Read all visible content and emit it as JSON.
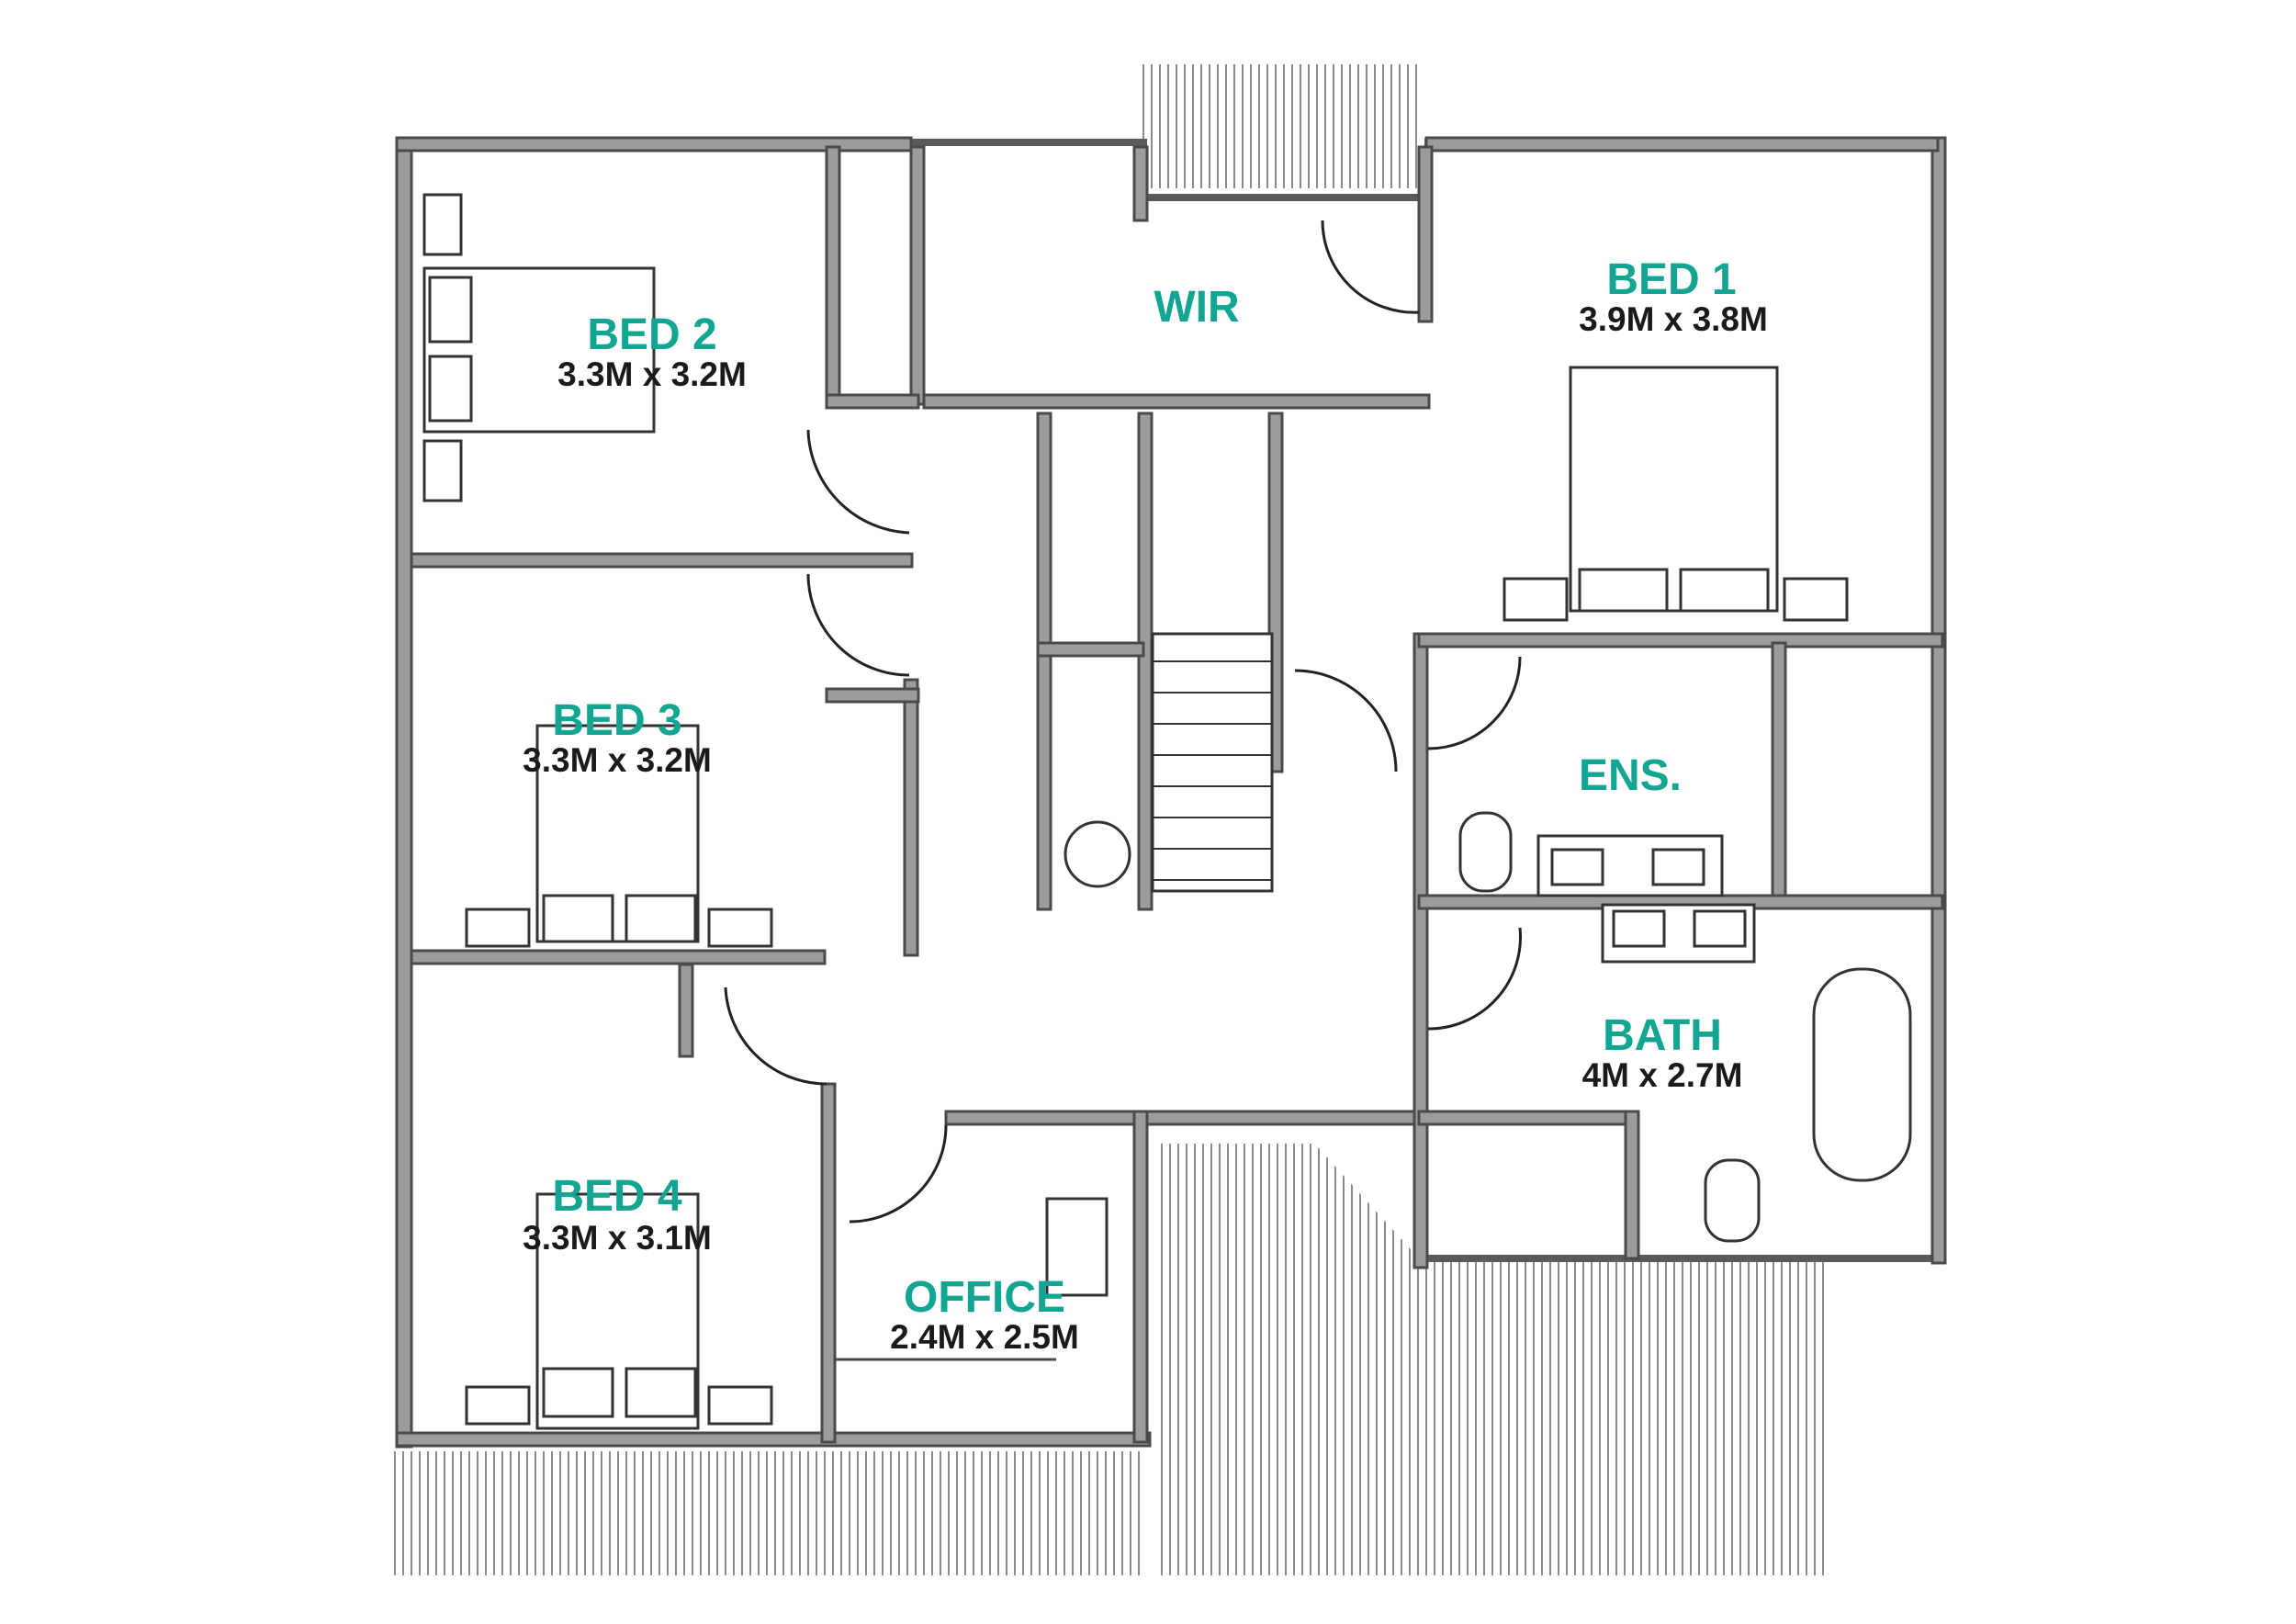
{
  "rooms": {
    "bed1": {
      "label": "BED 1",
      "dims": "3.9M x 3.8M"
    },
    "bed2": {
      "label": "BED 2",
      "dims": "3.3M x 3.2M"
    },
    "bed3": {
      "label": "BED 3",
      "dims": "3.3M x 3.2M"
    },
    "bed4": {
      "label": "BED 4",
      "dims": "3.3M x 3.1M"
    },
    "wir": {
      "label": "WIR"
    },
    "ens": {
      "label": "ENS."
    },
    "bath": {
      "label": "BATH",
      "dims": "4M x 2.7M"
    },
    "office": {
      "label": "OFFICE",
      "dims": "2.4M x 2.5M"
    }
  },
  "colors": {
    "label": "#12a591",
    "dims": "#1a1a1a",
    "wall": "#5a5a5a"
  }
}
